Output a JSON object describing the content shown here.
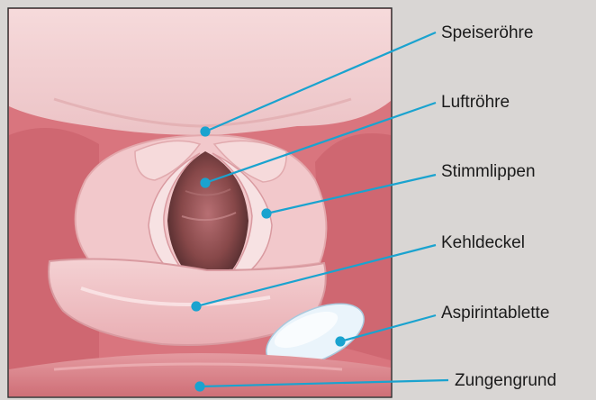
{
  "labels": [
    {
      "id": "speiseroehre",
      "text": "Speiseröhre"
    },
    {
      "id": "luftroehre",
      "text": "Luftröhre"
    },
    {
      "id": "stimmlippen",
      "text": "Stimmlippen"
    },
    {
      "id": "kehldeckel",
      "text": "Kehldeckel"
    },
    {
      "id": "aspirintablette",
      "text": "Aspirintablette"
    },
    {
      "id": "zungengrund",
      "text": "Zungengrund"
    }
  ],
  "colors": {
    "background": "#d9d6d4",
    "leader_line": "#1aa3cf",
    "tissue": "#e8a2a7",
    "tissue_light": "#f3d4d4",
    "airway": "#8a4a4c",
    "tablet": "#e8f3fb"
  }
}
